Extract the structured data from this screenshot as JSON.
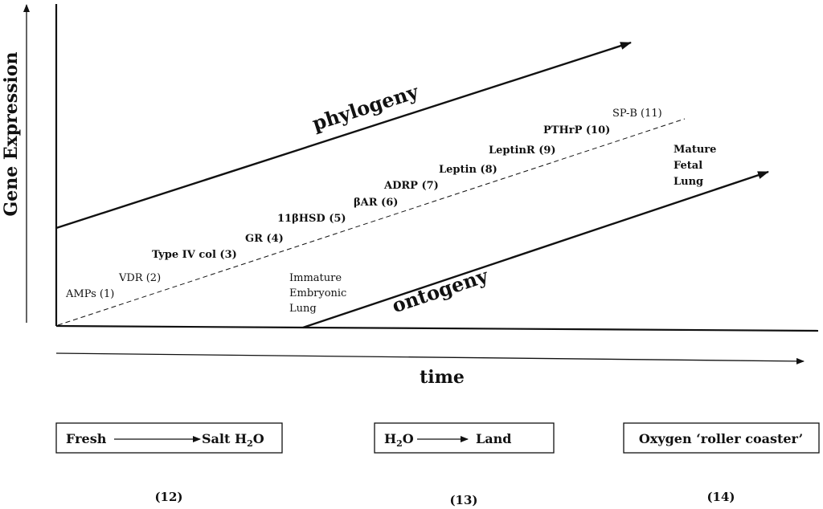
{
  "axes": {
    "y_label": "Gene Expression",
    "x_label": "time"
  },
  "arrows": {
    "phylogeny": "phylogeny",
    "ontogeny": "ontogeny"
  },
  "genes": [
    "AMPs (1)",
    "VDR  (2)",
    "Type IV col (3)",
    "GR (4)",
    "11βHSD (5)",
    "βAR (6)",
    "ADRP (7)",
    "Leptin (8)",
    "LeptinR (9)",
    "PTHrP (10)",
    "SP-B (11)"
  ],
  "stages": {
    "immature": [
      "Immature",
      "Embryonic",
      "Lung"
    ],
    "mature": [
      "Mature",
      "Fetal",
      "Lung"
    ]
  },
  "transitions": [
    {
      "from": "Fresh",
      "to": "Salt H",
      "to_sub": "2",
      "to_after": "O",
      "ref": "(12)"
    },
    {
      "from": "H",
      "from_sub": "2",
      "from_after": "O",
      "to": "Land",
      "ref": "(13)"
    },
    {
      "label": "Oxygen ‘roller coaster’",
      "ref": "(14)"
    }
  ]
}
